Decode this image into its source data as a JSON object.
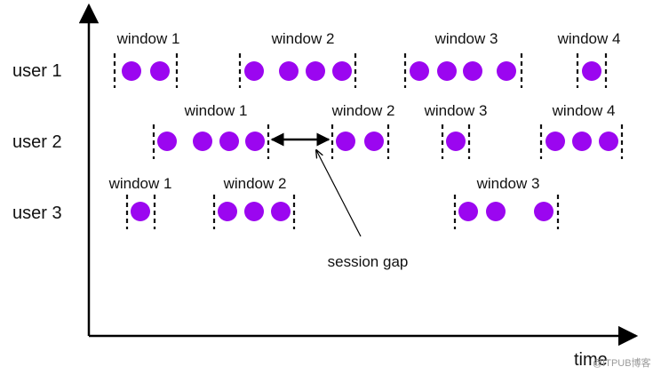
{
  "colors": {
    "event": "#9b06f0",
    "axis": "#000000",
    "text": "#111111"
  },
  "rows": [
    {
      "label": "user 1",
      "windows": [
        {
          "label": "window 1",
          "events": 2
        },
        {
          "label": "window 2",
          "events": 4
        },
        {
          "label": "window 3",
          "events": 4
        },
        {
          "label": "window 4",
          "events": 1
        }
      ]
    },
    {
      "label": "user 2",
      "windows": [
        {
          "label": "window 1",
          "events": 4
        },
        {
          "label": "window 2",
          "events": 2
        },
        {
          "label": "window 3",
          "events": 1
        },
        {
          "label": "window 4",
          "events": 3
        }
      ]
    },
    {
      "label": "user 3",
      "windows": [
        {
          "label": "window 1",
          "events": 1
        },
        {
          "label": "window 2",
          "events": 3
        },
        {
          "label": "window 3",
          "events": 3
        }
      ]
    }
  ],
  "session_gap_label": "session gap",
  "axis": {
    "x_label": "time"
  },
  "watermark": "@ITPUB博客"
}
